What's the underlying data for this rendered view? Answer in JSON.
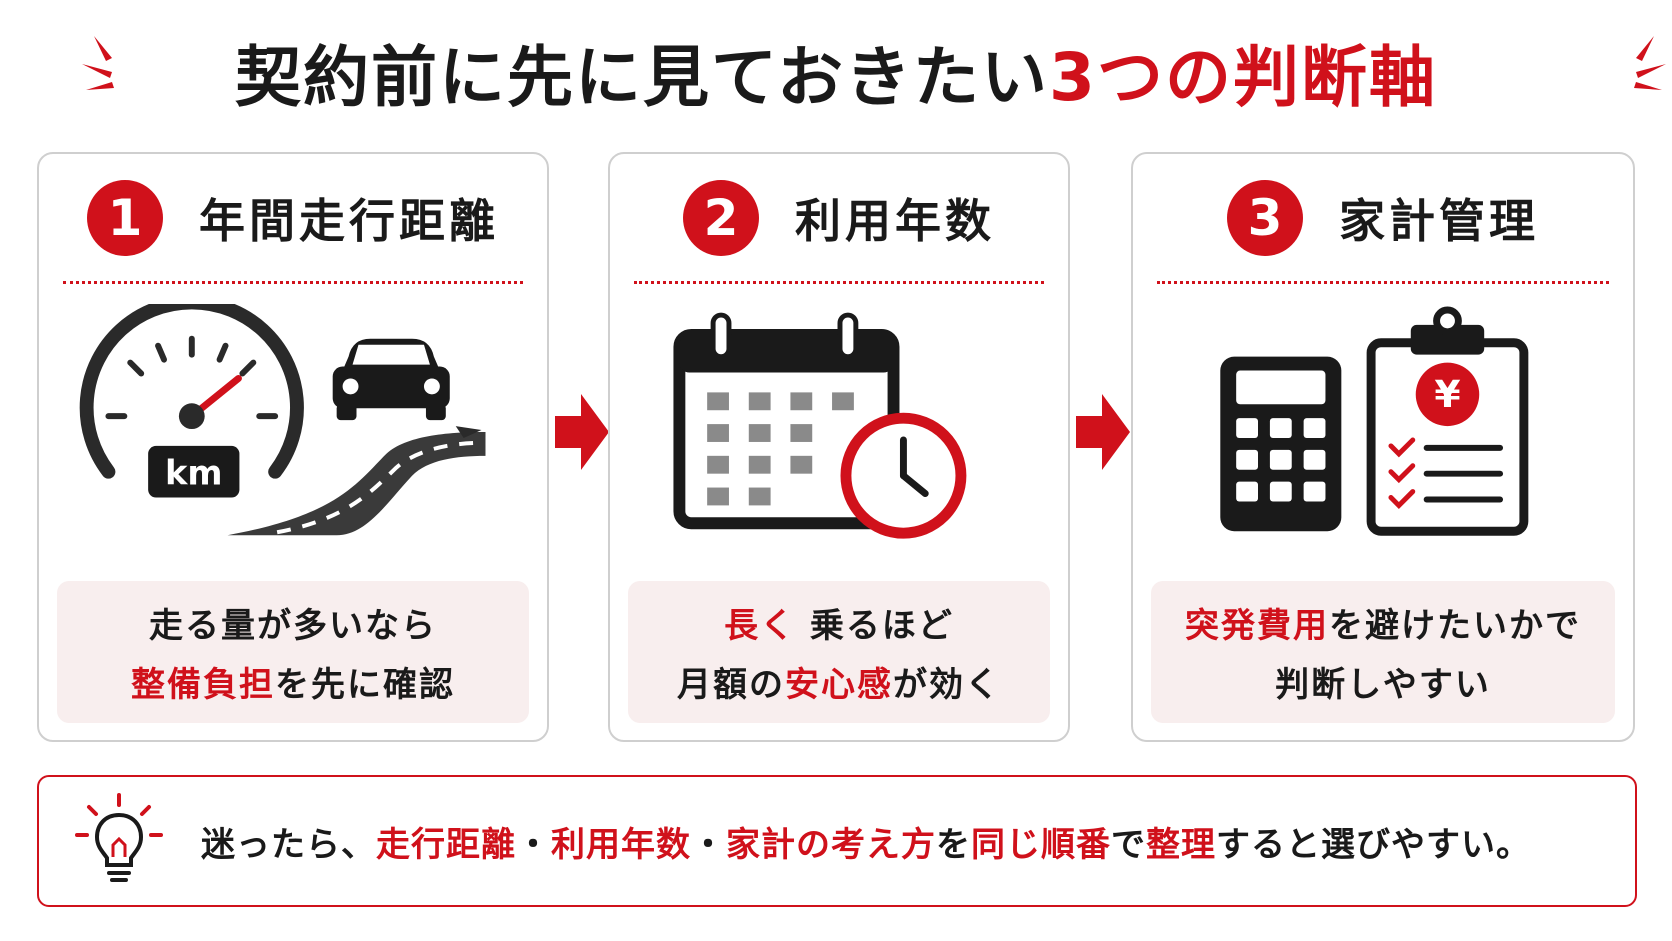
{
  "title": {
    "main": "契約前に先に見ておきたい",
    "highlight": "3つの判断軸"
  },
  "colors": {
    "accent": "#d0111b",
    "text": "#1a1a1a",
    "note_bg": "#f8eeee"
  },
  "cards": [
    {
      "number": "1",
      "title": "年間走行距離",
      "icons": [
        "speedometer-icon",
        "car-icon",
        "road-icon"
      ],
      "badge": "km",
      "note": {
        "line1": "走る量が多いなら",
        "line2_hl": "整備負担",
        "line2": "を先に確認"
      }
    },
    {
      "number": "2",
      "title": "利用年数",
      "icons": [
        "calendar-icon",
        "clock-icon"
      ],
      "note": {
        "line1_hl": "長く",
        "line1": " 乗るほど",
        "line2_a": "月額の",
        "line2_hl": "安心感",
        "line2_b": "が効く"
      }
    },
    {
      "number": "3",
      "title": "家計管理",
      "icons": [
        "calculator-icon",
        "clipboard-icon",
        "yen-icon",
        "checklist-icon"
      ],
      "badge": "¥",
      "note": {
        "line1_hl": "突発費用",
        "line1": "を避けたいかで",
        "line2": "判断しやすい"
      }
    }
  ],
  "footer": {
    "icon": "lightbulb-icon",
    "t1": "迷ったら、",
    "h1": "走行距離",
    "s1": "・",
    "h2": "利用年数",
    "s2": "・",
    "h3": "家計の考え方",
    "t2": "を",
    "h4": "同じ順番",
    "t3": "で",
    "h5": "整理",
    "t4": "すると選びやすい。"
  }
}
